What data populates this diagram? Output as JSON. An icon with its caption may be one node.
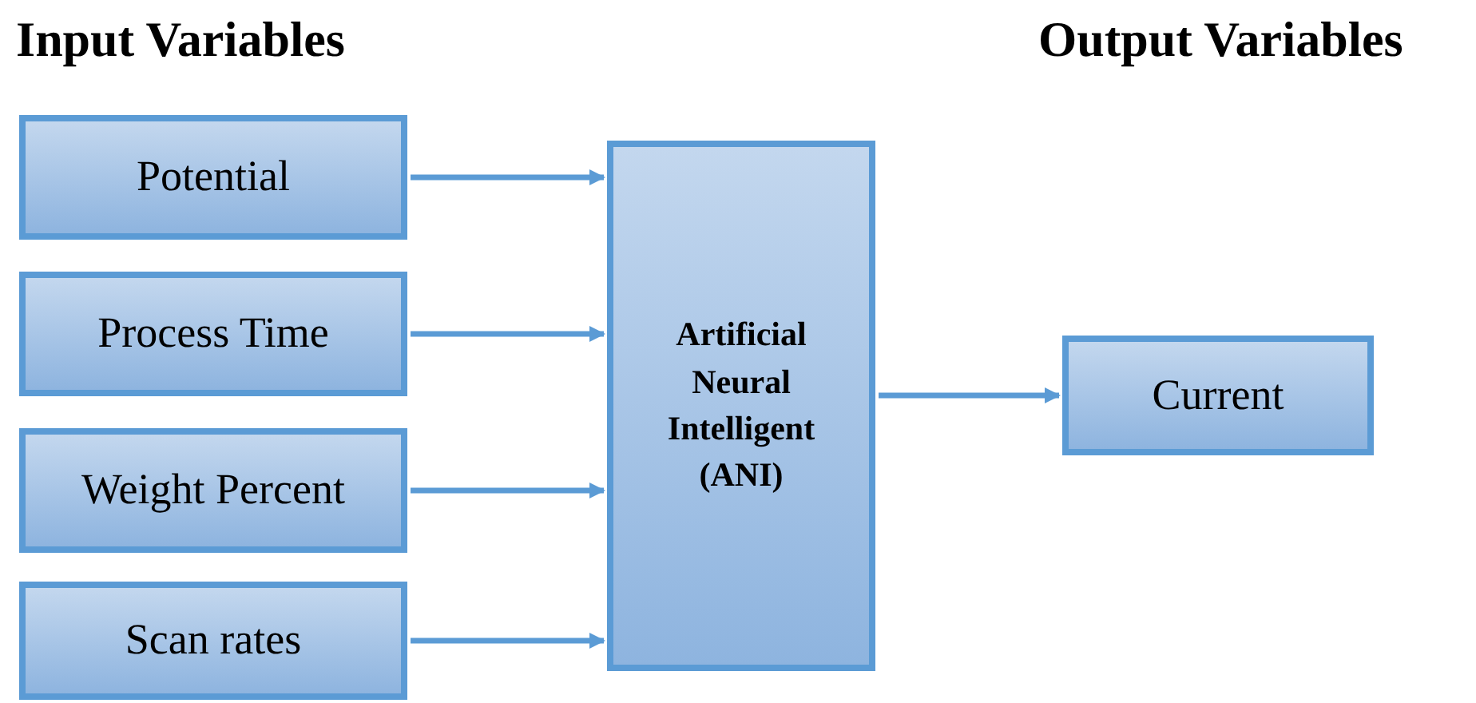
{
  "diagram": {
    "nodes": [
      {
        "text": [
          "Potential"
        ]
      },
      {
        "text": [
          "Process Time"
        ]
      },
      {
        "text": [
          "Weight Percent"
        ]
      },
      {
        "text": [
          "Scan rates"
        ]
      },
      {
        "text": [
          "Artificial Neural Intelligent (ANI)"
        ]
      },
      {
        "text": [
          "Current"
        ]
      }
    ],
    "edges": [
      {
        "from": 0,
        "to": 4,
        "arrow": "to"
      },
      {
        "from": 1,
        "to": 4,
        "arrow": "to"
      },
      {
        "from": 2,
        "to": 4,
        "arrow": "to"
      },
      {
        "from": 3,
        "to": 4,
        "arrow": "to"
      },
      {
        "from": 4,
        "to": 5,
        "arrow": "to"
      }
    ],
    "labels": [
      "Input Variables",
      "Output Variables"
    ]
  }
}
